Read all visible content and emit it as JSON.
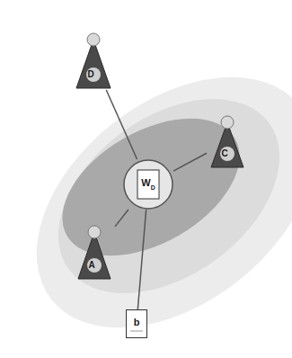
{
  "diagram": {
    "nodes": [
      {
        "text": [
          "W",
          "D"
        ]
      },
      {
        "text": [
          "D"
        ]
      },
      {
        "text": [
          "C"
        ]
      },
      {
        "text": [
          "A"
        ]
      },
      {
        "text": [
          "b"
        ]
      }
    ],
    "edges": [
      {
        "from": 0,
        "to": 1,
        "arrow": "none"
      },
      {
        "from": 0,
        "to": 2,
        "arrow": "none"
      },
      {
        "from": 0,
        "to": 3,
        "arrow": "none"
      },
      {
        "from": 0,
        "to": 4,
        "arrow": "none"
      }
    ]
  }
}
